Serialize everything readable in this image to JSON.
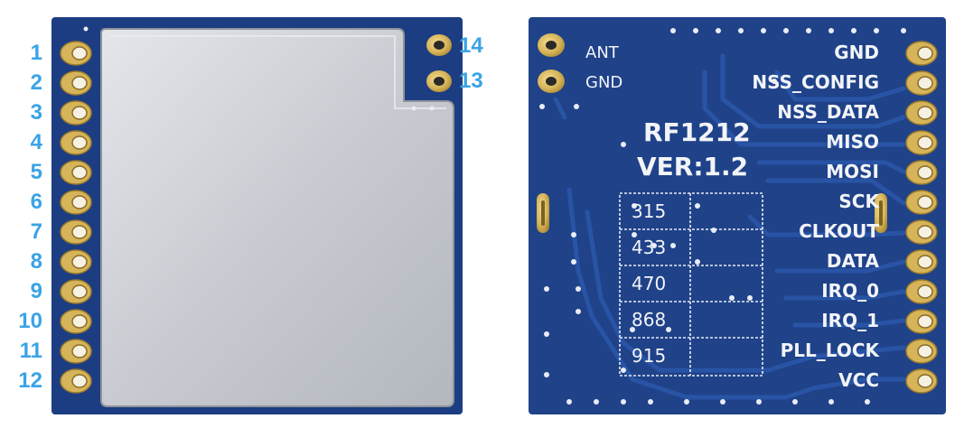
{
  "left_module": {
    "pin_numbers_left": [
      "1",
      "2",
      "3",
      "4",
      "5",
      "6",
      "7",
      "8",
      "9",
      "10",
      "11",
      "12"
    ],
    "pin_numbers_right": [
      "14",
      "13"
    ]
  },
  "right_module": {
    "model": "RF1212",
    "version": "VER:1.2",
    "antenna_labels": [
      "ANT",
      "GND"
    ],
    "pin_labels": [
      "GND",
      "NSS_CONFIG",
      "NSS_DATA",
      "MISO",
      "MOSI",
      "SCK",
      "CLKOUT",
      "DATA",
      "IRQ_0",
      "IRQ_1",
      "PLL_LOCK",
      "VCC"
    ],
    "frequency_table": [
      "315",
      "433",
      "470",
      "868",
      "915"
    ]
  },
  "colors": {
    "pcb": "#1c3d82",
    "shield": "#c9ccd1",
    "gold": "#d6b45a",
    "pin_number": "#3aa3e6",
    "silkscreen": "#f2f4f8"
  }
}
